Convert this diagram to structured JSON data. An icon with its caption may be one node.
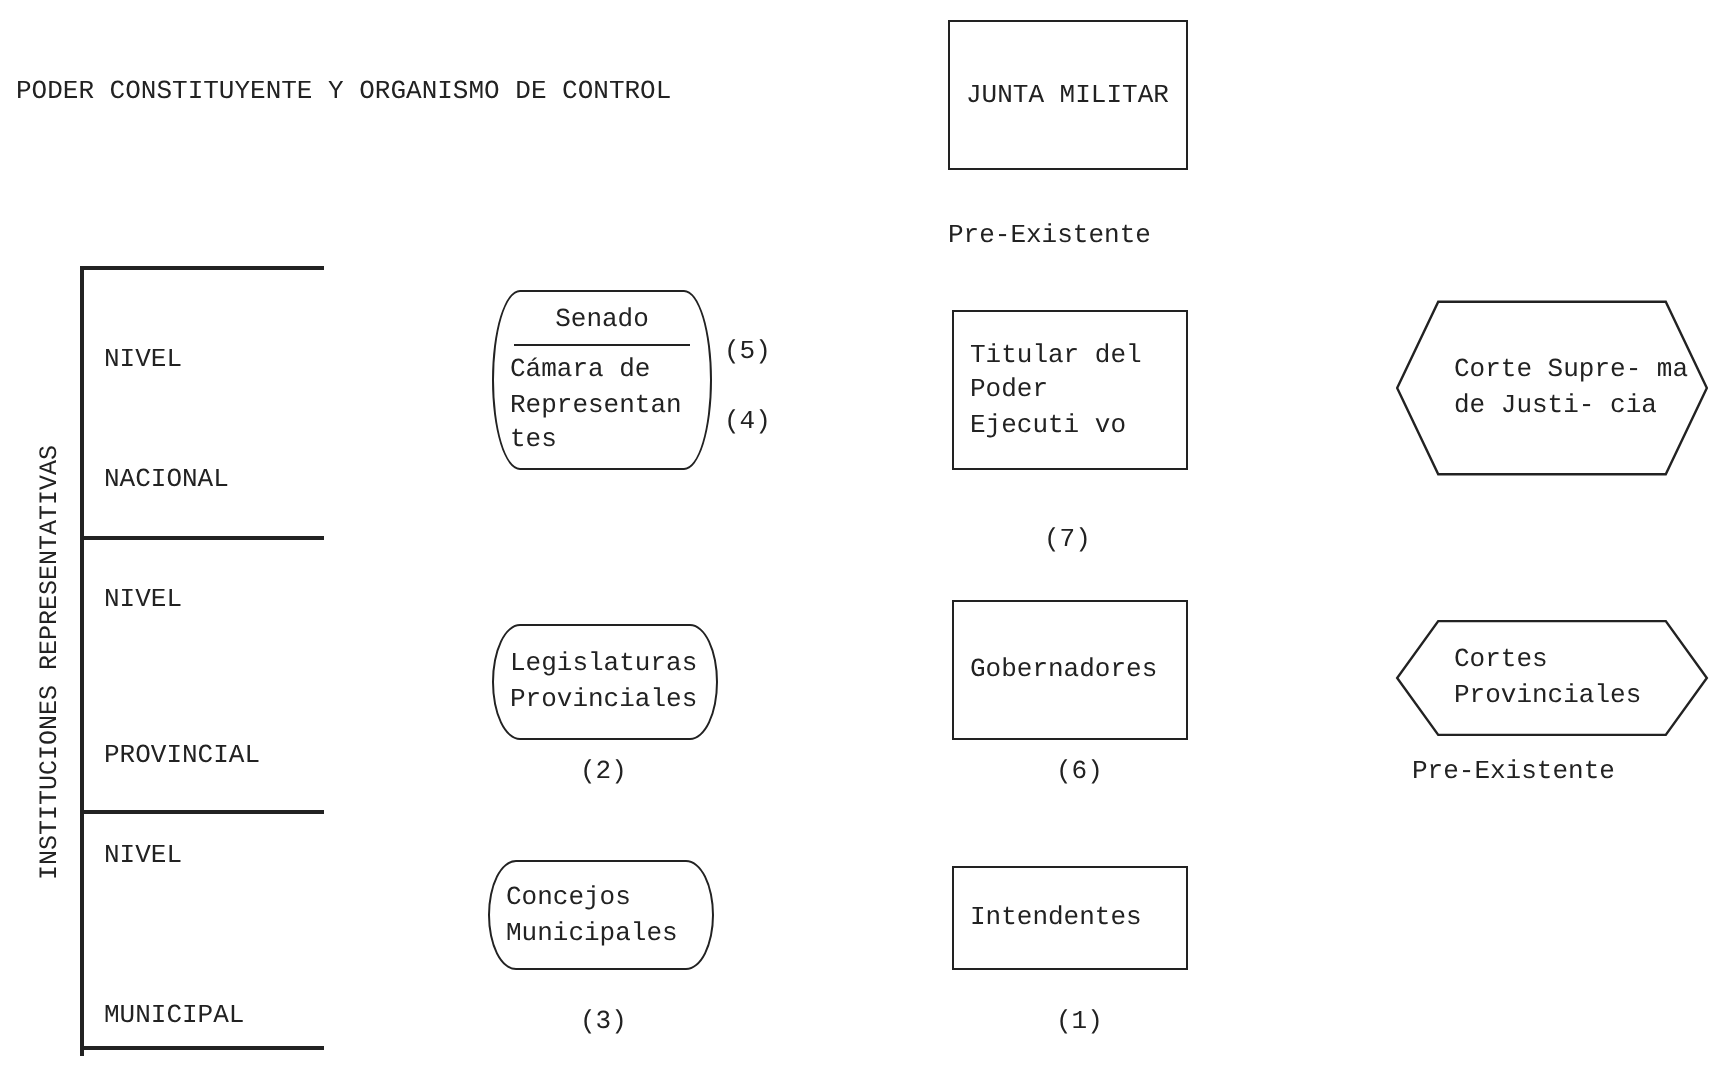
{
  "diagram": {
    "title": "PODER CONSTITUYENTE Y ORGANISMO DE CONTROL",
    "nodes": [
      {
        "text": [
          "JUNTA MILITAR"
        ],
        "beside": [
          "Pre-Existente"
        ]
      },
      {
        "text": [
          "Senado",
          "Cámara de Representan tes"
        ],
        "beside": [
          "(5)",
          "(4)"
        ]
      },
      {
        "text": [
          "Titular del Poder Ejecuti vo"
        ],
        "beside": [
          "(7)"
        ]
      },
      {
        "text": [
          "Corte Supre- ma de Justi- cia"
        ]
      },
      {
        "text": [
          "Legislaturas Provinciales"
        ],
        "beside": [
          "(2)"
        ]
      },
      {
        "text": [
          "Gobernadores"
        ],
        "beside": [
          "(6)"
        ]
      },
      {
        "text": [
          "Cortes Provinciales"
        ],
        "beside": [
          "Pre-Existente"
        ]
      },
      {
        "text": [
          "Concejos Municipales"
        ],
        "beside": [
          "(3)"
        ]
      },
      {
        "text": [
          "Intendentes"
        ],
        "beside": [
          "(1)"
        ]
      }
    ],
    "edges": [],
    "labels": [
      "INSTITUCIONES REPRESENTATIVAS",
      "NIVEL",
      "NACIONAL",
      "NIVEL",
      "PROVINCIAL",
      "NIVEL",
      "MUNICIPAL"
    ]
  }
}
